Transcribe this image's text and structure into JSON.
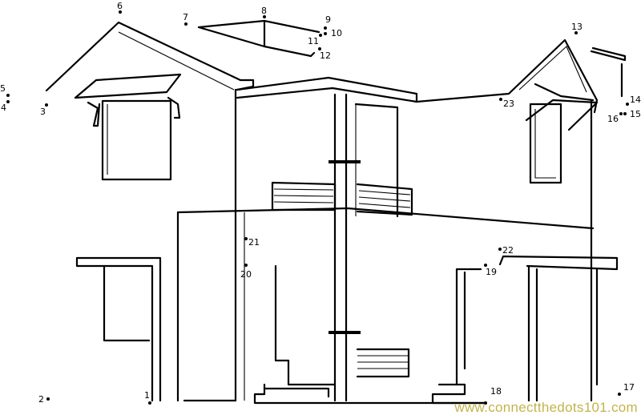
{
  "puzzle": {
    "type": "connect the dots",
    "subject": "house",
    "dot_labels": [
      "1",
      "2",
      "3",
      "4",
      "5",
      "6",
      "7",
      "8",
      "9",
      "10",
      "11",
      "12",
      "13",
      "14",
      "15",
      "16",
      "17",
      "18",
      "19",
      "20",
      "21",
      "22",
      "23"
    ]
  },
  "watermark": "www.connectthedots101.com"
}
